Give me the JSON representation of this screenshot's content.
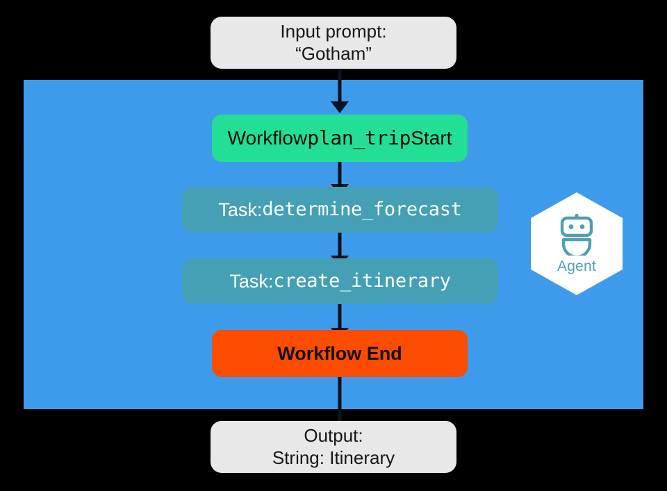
{
  "diagram": {
    "background_color": "#000000",
    "region": {
      "name": "agent-region",
      "fill_color": "#3E9BEC",
      "border_style": "dashed"
    },
    "input_node": {
      "line1": "Input prompt:",
      "line2": "“Gotham”",
      "color": "#E8E8E8"
    },
    "start_node": {
      "prefix": "Workflow ",
      "code": "plan_trip",
      "suffix": " Start",
      "color": "#22DF95"
    },
    "tasks": [
      {
        "prefix": "Task: ",
        "code": "determine_forecast",
        "color": "#45A0B5"
      },
      {
        "prefix": "Task: ",
        "code": "create_itinerary",
        "color": "#45A0B5"
      }
    ],
    "end_node": {
      "label": "Workflow End",
      "color": "#FB4C00"
    },
    "output_node": {
      "line1": "Output:",
      "line2": "String: Itinerary",
      "color": "#E8E8E8"
    },
    "agent_badge": {
      "label": "Agent",
      "icon": "robot-icon",
      "shape": "hexagon",
      "fill_color": "#FFFFFF",
      "label_color": "#4E9FB5"
    },
    "connectors": {
      "arrow_color": "#0B1220"
    }
  }
}
